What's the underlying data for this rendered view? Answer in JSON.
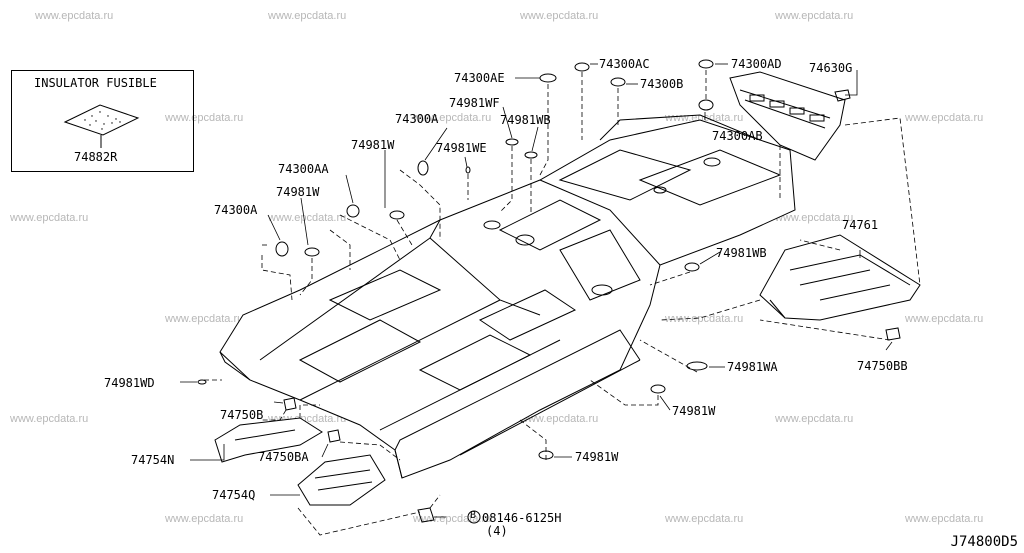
{
  "watermark": "www.epcdata.ru",
  "diagram_code": "J74800D5",
  "inset": {
    "title": "INSULATOR FUSIBLE",
    "part": "74882R"
  },
  "parts": {
    "p74300AE": "74300AE",
    "p74300AC": "74300AC",
    "p74300AD": "74300AD",
    "p74630G": "74630G",
    "p74300B": "74300B",
    "p74981WF": "74981WF",
    "p74981WB_top": "74981WB",
    "p74300AB": "74300AB",
    "p74300A_top": "74300A",
    "p74981W_top": "74981W",
    "p74981WE": "74981WE",
    "p74300AA": "74300AA",
    "p74981W_left": "74981W",
    "p74300A_left": "74300A",
    "p74761": "74761",
    "p74981WB_right": "74981WB",
    "p74750BB": "74750BB",
    "p74981WA": "74981WA",
    "p74981W_right": "74981W",
    "p74981WD": "74981WD",
    "p74750B": "74750B",
    "p74754N": "74754N",
    "p74750BA": "74750BA",
    "p74981W_bottom": "74981W",
    "p74754Q": "74754Q",
    "bolt": "08146-6125H",
    "bolt_qty": "(4)",
    "bolt_mark": "B"
  }
}
